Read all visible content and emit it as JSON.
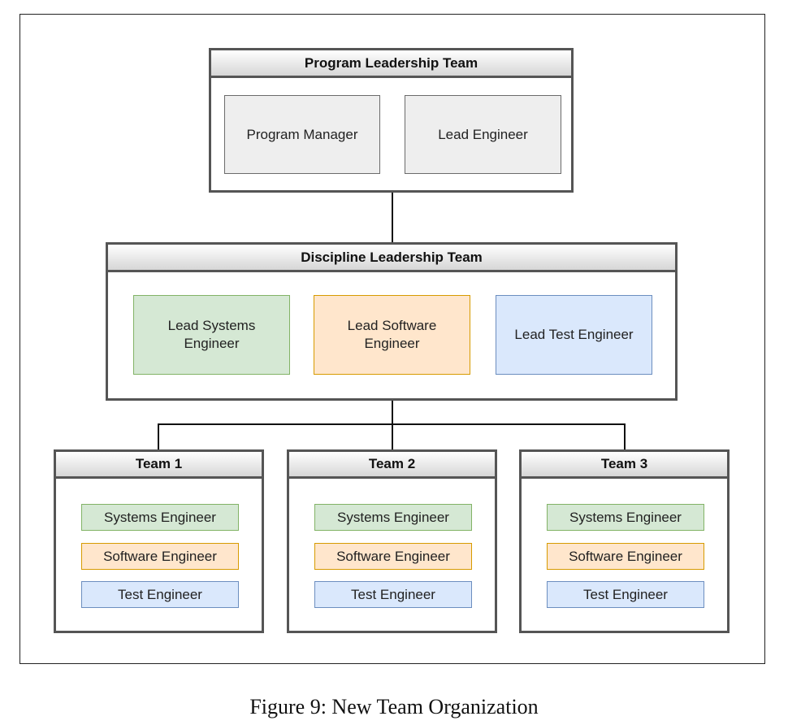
{
  "colors": {
    "gray": "#eeeeee",
    "green": "#d5e8d4",
    "green_border": "#82b366",
    "orange": "#ffe6cc",
    "orange_border": "#d79b00",
    "blue": "#dae8fc",
    "blue_border": "#6c8ebf"
  },
  "program_leadership": {
    "title": "Program Leadership Team",
    "members": [
      "Program Manager",
      "Lead Engineer"
    ]
  },
  "discipline_leadership": {
    "title": "Discipline Leadership Team",
    "members": [
      "Lead Systems Engineer",
      "Lead Software Engineer",
      "Lead Test Engineer"
    ]
  },
  "teams": [
    {
      "title": "Team 1",
      "members": [
        "Systems Engineer",
        "Software Engineer",
        "Test Engineer"
      ]
    },
    {
      "title": "Team 2",
      "members": [
        "Systems Engineer",
        "Software Engineer",
        "Test Engineer"
      ]
    },
    {
      "title": "Team 3",
      "members": [
        "Systems Engineer",
        "Software Engineer",
        "Test Engineer"
      ]
    }
  ],
  "caption": "Figure 9: New Team Organization"
}
